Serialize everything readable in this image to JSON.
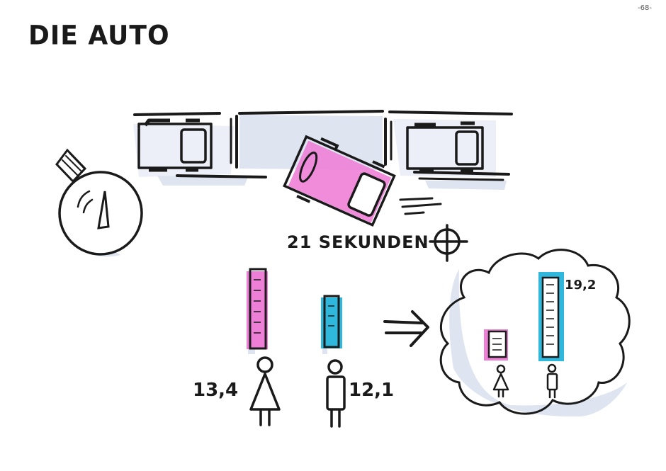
{
  "page_number": "-68-",
  "title": "DIE AUTO",
  "parking": {
    "time_label": "21 SEKUNDEN"
  },
  "comparison": {
    "female_value": "13,4",
    "male_value": "12,1",
    "dream_value": "19,2"
  },
  "colors": {
    "pink": "#ee7fd6",
    "cyan": "#2fb8dc",
    "ink": "#1a1a1a",
    "shadow": "#dfe4f1"
  },
  "icons": [
    "stopwatch-icon",
    "crosshair-icon",
    "arrow-icon",
    "thought-cloud-icon",
    "female-figure-icon",
    "male-figure-icon"
  ]
}
